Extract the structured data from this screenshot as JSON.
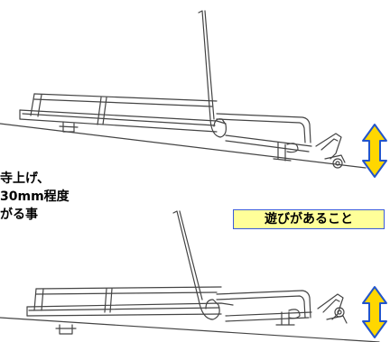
{
  "note": {
    "lines": [
      "寺上げ、",
      "30mm程度",
      "がる事"
    ]
  },
  "callout": {
    "text": "遊びがあること"
  },
  "colors": {
    "arrow_fill": "#ffd700",
    "arrow_stroke": "#2255cc",
    "callout_bg": "#ffff99",
    "callout_border": "#3a5bd9",
    "drawing_line": "#444444"
  }
}
